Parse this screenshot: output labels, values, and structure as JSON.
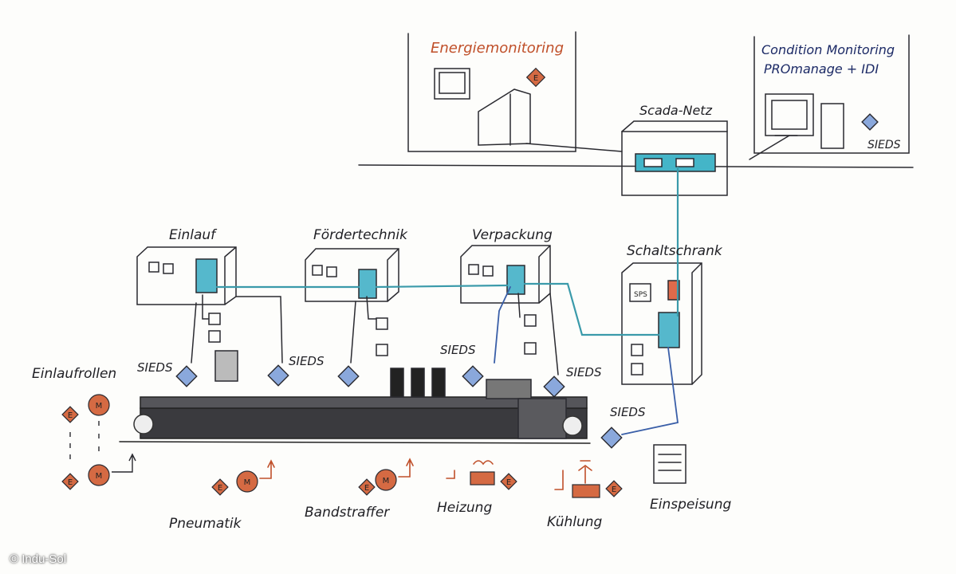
{
  "labels": {
    "energiemonitoring": "Energiemonitoring",
    "condition_line1": "Condition Monitoring",
    "condition_line2": "PROmanage + IDI",
    "scada": "Scada-Netz",
    "einlauf": "Einlauf",
    "foerdertechnik": "Fördertechnik",
    "verpackung": "Verpackung",
    "schaltschrank": "Schaltschrank",
    "einlaufrollen": "Einlaufrollen",
    "pneumatik": "Pneumatik",
    "bandstraffer": "Bandstraffer",
    "heizung": "Heizung",
    "kuehlung": "Kühlung",
    "einspeisung": "Einspeisung",
    "sps": "SPS",
    "sieds": "SIEDS",
    "e": "E",
    "m": "M"
  },
  "copyright": "© Indu-Sol",
  "colors": {
    "network": "#3a9aaa",
    "network_blue": "#3a5fa8",
    "diamond": "#7f9fd6",
    "orange": "#d56a43",
    "ink": "#2a2a30"
  }
}
